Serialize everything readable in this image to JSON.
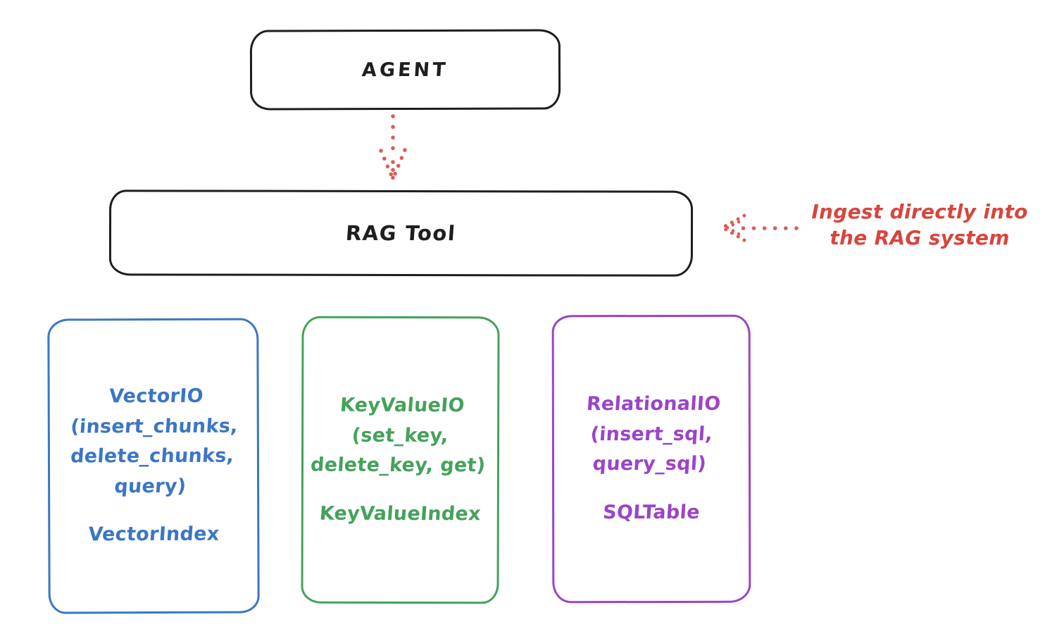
{
  "agent_box": {
    "label": "AGENT"
  },
  "rag_box": {
    "label": "RAG Tool"
  },
  "annotation": {
    "text": "Ingest directly into\nthe RAG system"
  },
  "io_boxes": [
    {
      "name": "VectorIO",
      "title_block": "VectorIO\n(insert_chunks,\ndelete_chunks,\nquery)",
      "index_label": "VectorIndex",
      "color": "#3b76c4"
    },
    {
      "name": "KeyValueIO",
      "title_block": "KeyValueIO\n(set_key,\ndelete_key, get)",
      "index_label": "KeyValueIndex",
      "color": "#44a25a"
    },
    {
      "name": "RelationalIO",
      "title_block": "RelationalIO\n(insert_sql,\nquery_sql)",
      "index_label": "SQLTable",
      "color": "#9b44c8"
    }
  ],
  "colors": {
    "ink": "#1e1e1e",
    "red_accent": "#d7453d",
    "blue": "#3b76c4",
    "green": "#44a25a",
    "purple": "#9b44c8"
  }
}
